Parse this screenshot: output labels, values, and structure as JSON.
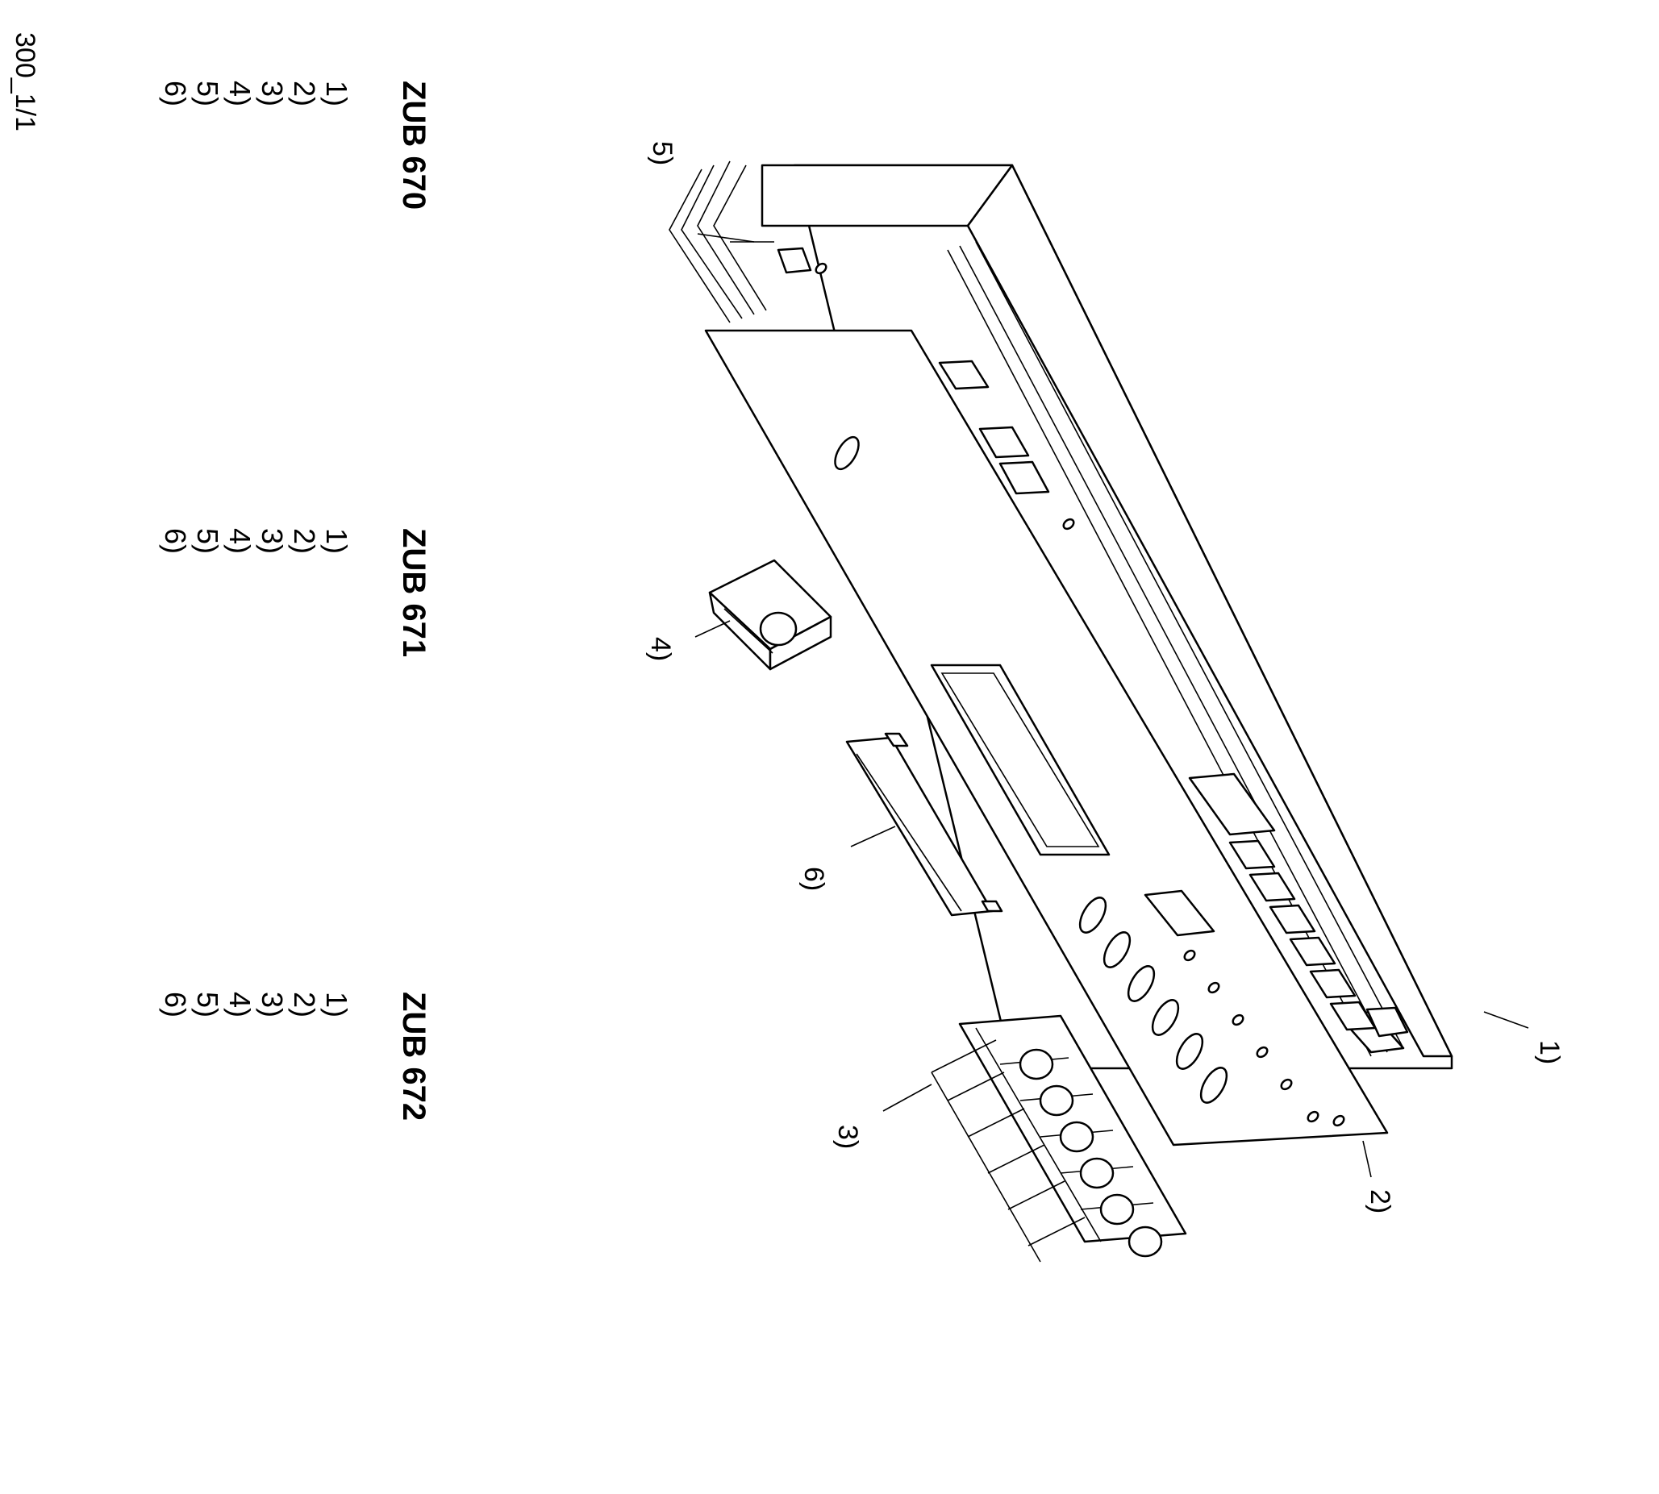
{
  "document": {
    "code": "300_1/1"
  },
  "models": [
    {
      "title": "ZUB 670",
      "items": [
        "1)",
        "2)",
        "3)",
        "4)",
        "5)",
        "6)"
      ]
    },
    {
      "title": "ZUB 671",
      "items": [
        "1)",
        "2)",
        "3)",
        "4)",
        "5)",
        "6)"
      ]
    },
    {
      "title": "ZUB 672",
      "items": [
        "1)",
        "2)",
        "3)",
        "4)",
        "5)",
        "6)"
      ]
    }
  ],
  "callouts": {
    "c1": "1)",
    "c2": "2)",
    "c3": "3)",
    "c4": "4)",
    "c5": "5)",
    "c6": "6)"
  },
  "colors": {
    "ink": "#000000",
    "paper": "#ffffff"
  }
}
